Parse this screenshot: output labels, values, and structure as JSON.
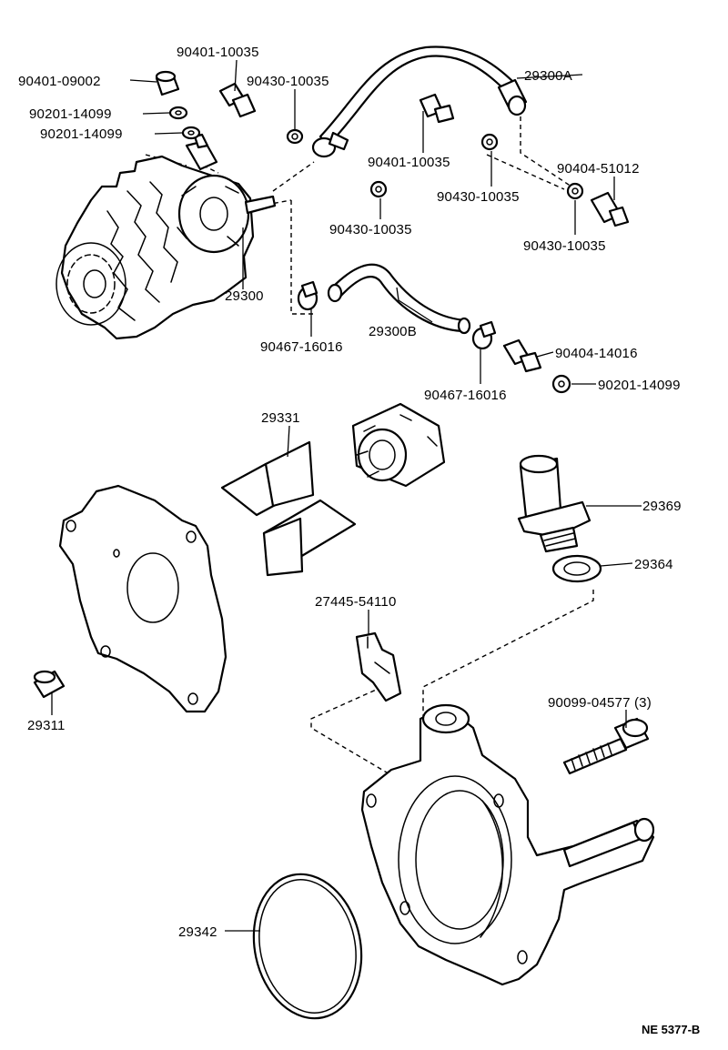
{
  "diagram_id": "NE 5377-B",
  "labels": {
    "p_90401_10035_top": "90401-10035",
    "p_90401_09002": "90401-09002",
    "p_90430_10035_a": "90430-10035",
    "p_29300A": "29300A",
    "p_90201_14099_a": "90201-14099",
    "p_90201_14099_b": "90201-14099",
    "p_90401_10035_mid": "90401-10035",
    "p_90404_51012": "90404-51012",
    "p_90430_10035_b": "90430-10035",
    "p_90430_10035_c": "90430-10035",
    "p_90430_10035_d": "90430-10035",
    "p_29300": "29300",
    "p_29300B": "29300B",
    "p_90404_14016": "90404-14016",
    "p_90467_16016_a": "90467-16016",
    "p_90467_16016_b": "90467-16016",
    "p_90201_14099_c": "90201-14099",
    "p_29331": "29331",
    "p_29369": "29369",
    "p_29364": "29364",
    "p_27445_54110": "27445-54110",
    "p_29311": "29311",
    "p_90099_04577": "90099-04577 (3)",
    "p_29342": "29342"
  }
}
